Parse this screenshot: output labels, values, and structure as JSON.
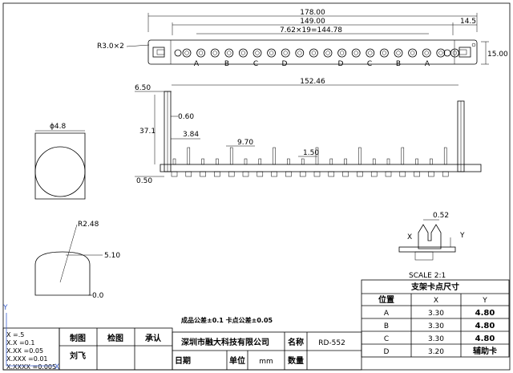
{
  "top_view": {
    "dims": {
      "overall": "178.00",
      "inner": "149.00",
      "pitch": "7.62×19=144.78",
      "right_offset": "14.5",
      "height": "15.00",
      "radius": "R3.0×2"
    },
    "pin_letters": [
      "A",
      "B",
      "C",
      "D",
      "D",
      "C",
      "B",
      "A"
    ]
  },
  "side_view": {
    "dims": {
      "left_offset": "6.50",
      "span": "152.46",
      "thickness": "0.60",
      "height": "37.1",
      "pin_gap": "3.84",
      "pin_spacing": "9.70",
      "pin_width": "1.50",
      "base": "0.50"
    }
  },
  "pin_round": {
    "diameter": "ϕ4.8"
  },
  "pin_tip": {
    "radius": "R2.48",
    "height": "5.10",
    "base": "0.0"
  },
  "detail": {
    "dim": "0.52",
    "x_label": "X",
    "y_label": "Y",
    "scale": "SCALE 2:1"
  },
  "support_table": {
    "title": "支架卡点尺寸",
    "headers": [
      "位置",
      "X",
      "Y"
    ],
    "rows": [
      [
        "A",
        "3.30",
        "4.80"
      ],
      [
        "B",
        "3.30",
        "4.80"
      ],
      [
        "C",
        "3.30",
        "4.80"
      ],
      [
        "D",
        "3.20",
        "辅助卡"
      ]
    ]
  },
  "tolerance_note": "成品公差±0.1   卡点公差±0.05",
  "tolerances": [
    "X  =.5",
    "X.X  =0.1",
    "X.XX  =0.05",
    "X.XXX  =0.01",
    "X.XXXX  =0.005"
  ],
  "axis": {
    "y": "Y",
    "x": "X"
  },
  "title_block": {
    "drawn_label": "制图",
    "check_label": "检图",
    "approve_label": "承认",
    "drawer_name": "刘飞",
    "company": "深圳市融大科技有限公司",
    "name_label": "名称",
    "part_name": "RD-552",
    "date_label": "日期",
    "unit_label": "单位",
    "unit_value": "mm",
    "qty_label": "数量"
  }
}
